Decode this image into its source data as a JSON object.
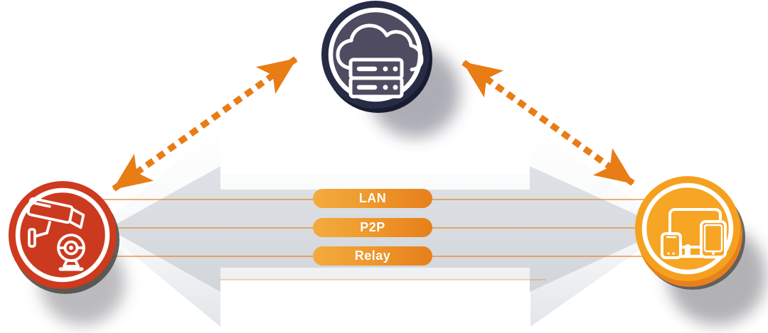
{
  "diagram": {
    "connection_labels": [
      {
        "text": "LAN"
      },
      {
        "text": "P2P"
      },
      {
        "text": "Relay"
      }
    ],
    "nodes": [
      {
        "id": "camera-node",
        "icon": "cctv-camera-icon",
        "color": "#cd3a1e"
      },
      {
        "id": "cloud-server-node",
        "icon": "cloud-server-icon",
        "color": "#272b45",
        "inner_color": "#4f4b60"
      },
      {
        "id": "devices-node",
        "icon": "devices-icon",
        "color": "#f5a11f"
      }
    ],
    "colors": {
      "accent_orange": "#e87c15",
      "pill_gradient_start": "#f3ab3e",
      "pill_gradient_end": "#e77f1b",
      "arrow_gray": "#d8dbdf",
      "arrow_white": "#fafbfc",
      "thin_line_orange": "#e68a35",
      "camera_red": "#cd3a1e",
      "cloud_navy": "#272b45",
      "cloud_inner": "#4f4b60",
      "devices_orange": "#f5a11f",
      "background": "#ffffff"
    }
  }
}
